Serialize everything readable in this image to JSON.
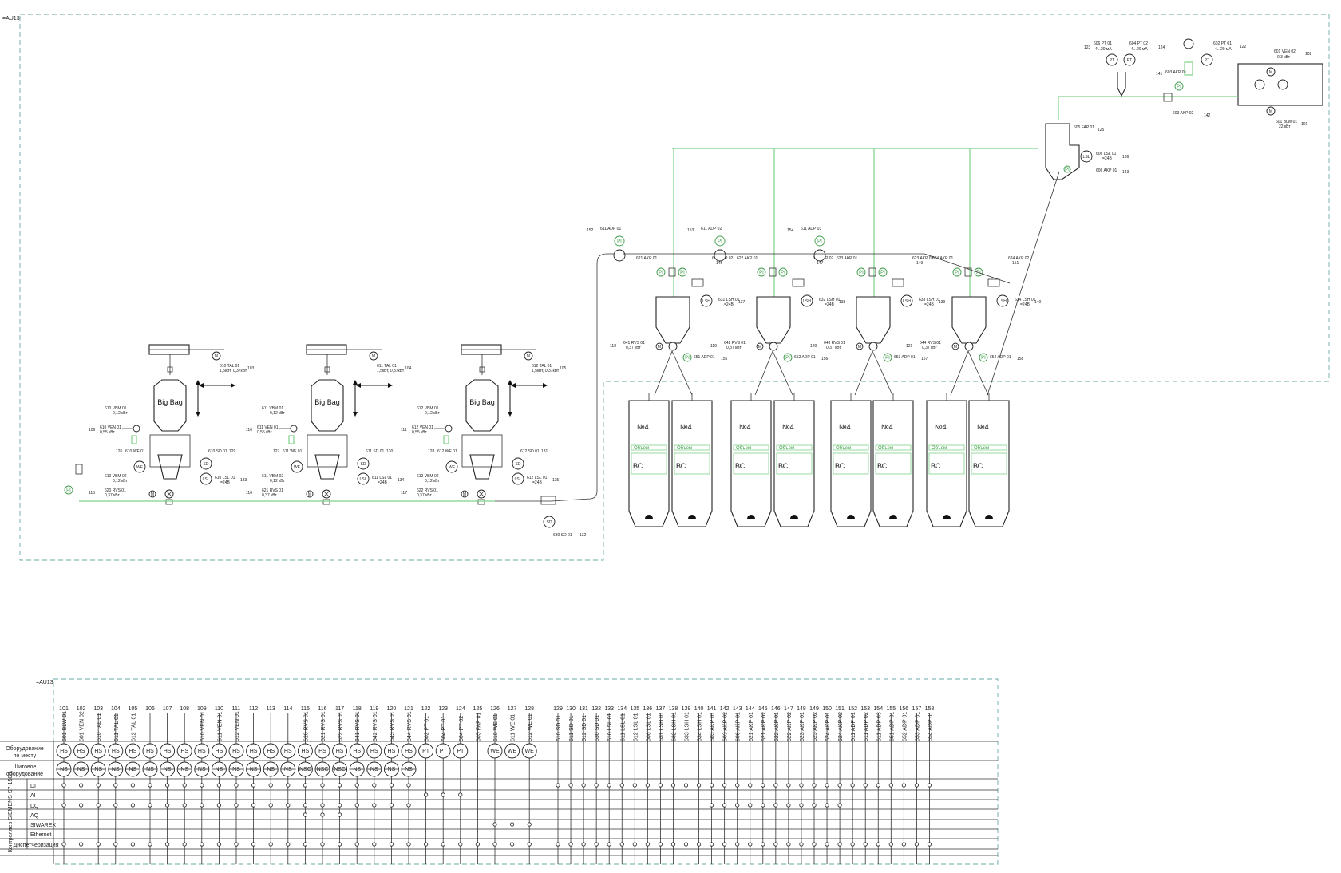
{
  "frame_label": "=AU13",
  "table_frame_label": "=AU13",
  "big_bags": [
    {
      "label": "Big Bag",
      "tal": "610 TAL 01",
      "tal_power": "1,5кВт, 0,37кВт",
      "tal_num": "103",
      "vbm1": "610 VBM 01",
      "vbm1_power": "0,12 кВт",
      "ven": "610 VEN 01",
      "ven_power": "0,55 кВт",
      "ven_num": "106",
      "we": "610 WE 01",
      "we_num": "126",
      "sd": "610 SD 01",
      "sd_num": "129",
      "lsl": "610 LSL 01",
      "lsl_v": "=24В",
      "lsl_num": "133",
      "vbm2": "610 VBM 02",
      "vbm2_power": "0,12 кВт",
      "rvs": "620 RVS 01",
      "rvs_power": "0,37 кВт",
      "rvs_num": "115"
    },
    {
      "label": "Big Bag",
      "tal": "611 TAL 01",
      "tal_power": "1,5кВт, 0,37кВт",
      "tal_num": "104",
      "vbm1": "611 VBM 01",
      "vbm1_power": "0,12 кВт",
      "ven": "611 VEN 01",
      "ven_power": "0,55 кВт",
      "ven_num": "110",
      "we": "611 WE 01",
      "we_num": "127",
      "sd": "611 SD 01",
      "sd_num": "130",
      "lsl": "611 LSL 01",
      "lsl_v": "=24В",
      "lsl_num": "134",
      "vbm2": "611 VBM 02",
      "vbm2_power": "0,12 кВт",
      "rvs": "621 RVS 01",
      "rvs_power": "0,37 кВт",
      "rvs_num": "116"
    },
    {
      "label": "Big Bag",
      "tal": "612 TAL 01",
      "tal_power": "1,5кВт, 0,37кВт",
      "tal_num": "105",
      "vbm1": "612 VBM 01",
      "vbm1_power": "0,12 кВт",
      "ven": "612 VEN 01",
      "ven_power": "0,55 кВт",
      "ven_num": "111",
      "we": "612 WE 01",
      "we_num": "128",
      "sd": "612 SD 01",
      "sd_num": "131",
      "lsl": "612 LSL 01",
      "lsl_v": "=24В",
      "lsl_num": "135",
      "vbm2": "612 VBM 02",
      "vbm2_power": "0,12 кВт",
      "rvs": "622 RVS 01",
      "rvs_power": "0,37 кВт",
      "rvs_num": "117"
    }
  ],
  "sd_bottom": {
    "tag": "630 SD 01",
    "num": "132"
  },
  "hoppers": [
    {
      "adp_top": "611 ADP 01",
      "adp_top_num": "152",
      "akp1": "621 AKP 01",
      "akp2": "621 AKP 02",
      "akp_num": "145",
      "lsh": "631 LSH 01",
      "lsh_v": "=24В",
      "lsh_num": "137",
      "rvs": "641 RVS 01",
      "rvs_power": "0,37 кВт",
      "rvs_num": "118",
      "adp_bot": "651 ADP 01",
      "adp_bot_num": "155"
    },
    {
      "adp_top": "611 ADP 02",
      "adp_top_num": "153",
      "akp1": "622 AKP 01",
      "akp2": "622 AKP 02",
      "akp_num": "147",
      "lsh": "632 LSH 01",
      "lsh_v": "=24В",
      "lsh_num": "138",
      "rvs": "642 RVS 01",
      "rvs_power": "0,37 кВт",
      "rvs_num": "119",
      "adp_bot": "652 ADP 01",
      "adp_bot_num": "156"
    },
    {
      "adp_top": "611 ADP 03",
      "adp_top_num": "154",
      "akp1": "623 AKP 01",
      "akp2": "623 AKP 02",
      "akp_num": "149",
      "lsh": "633 LSH 01",
      "lsh_v": "=24В",
      "lsh_num": "139",
      "rvs": "643 RVS 01",
      "rvs_power": "0,37 кВт",
      "rvs_num": "120",
      "adp_bot": "653 ADP 01",
      "adp_bot_num": "157"
    },
    {
      "adp_top": "",
      "adp_top_num": "",
      "akp1": "624 AKP 01",
      "akp2": "624 AKP 02",
      "akp_num": "151",
      "lsh": "634 LSH 01",
      "lsh_v": "=24В",
      "lsh_num": "140",
      "rvs": "644 RVS 01",
      "rvs_power": "0,37 кВт",
      "rvs_num": "121",
      "adp_bot": "654 ADP 01",
      "adp_bot_num": "158"
    }
  ],
  "bins": {
    "no": "№4",
    "volume": "Объем",
    "bc": "ВС"
  },
  "top_right": {
    "pt1": "606 PT 01",
    "pt1_num": "123",
    "pt1_range": "4...20 мА",
    "pt2": "604 PT 02",
    "pt2_num": "124",
    "pt2_range": "4...20 мА",
    "pt3": "602 PT 01",
    "pt3_num": "122",
    "pt3_range": "4...20 мА",
    "ven2": "601 VEN 02",
    "ven2_num": "102",
    "ven2_power": "0,3 кВт",
    "blw": "601 BLW 01",
    "blw_num": "101",
    "blw_power": "22 кВт",
    "akp1": "603 AKP 01",
    "akp1_num": "141",
    "akp2": "603 AKP 02",
    "akp2_num": "142",
    "fap": "605 FAP 01",
    "fap_num": "125",
    "lsl": "606 LSL 01",
    "lsl_v": "=24В",
    "lsl_num": "136",
    "akp3": "606 AKP 01",
    "akp3_num": "143"
  },
  "table": {
    "row_labels": {
      "field": "Оборудование\nпо месту",
      "panel": "Щитовое\nоборудование",
      "controller": "Контроллер\nSIEMENS S7-1500",
      "dispatch": "Диспетчеризация"
    },
    "io_rows": [
      "DI",
      "AI",
      "DQ",
      "AQ",
      "SIWAREX",
      "Ethernet"
    ],
    "columns": [
      {
        "num": "101",
        "tag": "601 BLW 01",
        "field": "HS",
        "panel": "NS",
        "io": [
          "DI",
          "DQ"
        ],
        "disp": true
      },
      {
        "num": "102",
        "tag": "601 VEN 02",
        "field": "HS",
        "panel": "NS",
        "io": [
          "DI",
          "DQ"
        ],
        "disp": true
      },
      {
        "num": "103",
        "tag": "610 TAL 01",
        "field": "HS",
        "panel": "NS",
        "io": [
          "DI",
          "DQ"
        ],
        "disp": true
      },
      {
        "num": "104",
        "tag": "611 TAL 01",
        "field": "HS",
        "panel": "NS",
        "io": [
          "DI",
          "DQ"
        ],
        "disp": true
      },
      {
        "num": "105",
        "tag": "612 TAL 01",
        "field": "HS",
        "panel": "NS",
        "io": [
          "DI",
          "DQ"
        ],
        "disp": true
      },
      {
        "num": "106",
        "tag": "",
        "field": "HS",
        "panel": "NS",
        "io": [
          "DI",
          "DQ"
        ],
        "disp": true
      },
      {
        "num": "107",
        "tag": "",
        "field": "HS",
        "panel": "NS",
        "io": [
          "DI",
          "DQ"
        ],
        "disp": true
      },
      {
        "num": "108",
        "tag": "",
        "field": "HS",
        "panel": "NS",
        "io": [
          "DI",
          "DQ"
        ],
        "disp": true
      },
      {
        "num": "109",
        "tag": "610 VEN 01",
        "field": "HS",
        "panel": "NS",
        "io": [
          "DI",
          "DQ"
        ],
        "disp": true
      },
      {
        "num": "110",
        "tag": "611 VEN 01",
        "field": "HS",
        "panel": "NS",
        "io": [
          "DI",
          "DQ"
        ],
        "disp": true
      },
      {
        "num": "111",
        "tag": "612 VEN 01",
        "field": "HS",
        "panel": "NS",
        "io": [
          "DI",
          "DQ"
        ],
        "disp": true
      },
      {
        "num": "112",
        "tag": "",
        "field": "HS",
        "panel": "NS",
        "io": [
          "DI",
          "DQ"
        ],
        "disp": true
      },
      {
        "num": "113",
        "tag": "",
        "field": "HS",
        "panel": "NS",
        "io": [
          "DI",
          "DQ"
        ],
        "disp": true
      },
      {
        "num": "114",
        "tag": "",
        "field": "HS",
        "panel": "NS",
        "io": [
          "DI",
          "DQ"
        ],
        "disp": true
      },
      {
        "num": "115",
        "tag": "620 RVS 01",
        "field": "HS",
        "panel": "NSC",
        "io": [
          "DI",
          "DQ",
          "AQ"
        ],
        "disp": true
      },
      {
        "num": "116",
        "tag": "621 RVS 01",
        "field": "HS",
        "panel": "NSC",
        "io": [
          "DI",
          "DQ",
          "AQ"
        ],
        "disp": true
      },
      {
        "num": "117",
        "tag": "622 RVS 01",
        "field": "HS",
        "panel": "NSC",
        "io": [
          "DI",
          "DQ",
          "AQ"
        ],
        "disp": true
      },
      {
        "num": "118",
        "tag": "641 RVS 01",
        "field": "HS",
        "panel": "NS",
        "io": [
          "DI",
          "DQ"
        ],
        "disp": true
      },
      {
        "num": "119",
        "tag": "642 RVS 01",
        "field": "HS",
        "panel": "NS",
        "io": [
          "DI",
          "DQ"
        ],
        "disp": true
      },
      {
        "num": "120",
        "tag": "643 RVS 01",
        "field": "HS",
        "panel": "NS",
        "io": [
          "DI",
          "DQ"
        ],
        "disp": true
      },
      {
        "num": "121",
        "tag": "644 RVS 01",
        "field": "HS",
        "panel": "NS",
        "io": [
          "DI",
          "DQ"
        ],
        "disp": true
      },
      {
        "num": "122",
        "tag": "602 PT 01",
        "field": "PT",
        "panel": "",
        "io": [
          "AI"
        ],
        "disp": true
      },
      {
        "num": "123",
        "tag": "604 PT 01",
        "field": "PT",
        "panel": "",
        "io": [
          "AI"
        ],
        "disp": true
      },
      {
        "num": "124",
        "tag": "604 PT 02",
        "field": "PT",
        "panel": "",
        "io": [
          "AI"
        ],
        "disp": true
      },
      {
        "num": "125",
        "tag": "605 FAP 01",
        "field": "",
        "panel": "",
        "io": [],
        "disp": true
      },
      {
        "num": "126",
        "tag": "610 WE 01",
        "field": "WE",
        "panel": "",
        "io": [
          "SIWAREX"
        ],
        "disp": true
      },
      {
        "num": "127",
        "tag": "611 WE 01",
        "field": "WE",
        "panel": "",
        "io": [
          "SIWAREX"
        ],
        "disp": true
      },
      {
        "num": "128",
        "tag": "612 WE 01",
        "field": "WE",
        "panel": "",
        "io": [
          "SIWAREX"
        ],
        "disp": true
      },
      {
        "num": "129",
        "tag": "610 SD 01",
        "field": "",
        "panel": "",
        "io": [
          "DI"
        ],
        "disp": true
      },
      {
        "num": "130",
        "tag": "611 SD 01",
        "field": "",
        "panel": "",
        "io": [
          "DI"
        ],
        "disp": true
      },
      {
        "num": "131",
        "tag": "612 SD 01",
        "field": "",
        "panel": "",
        "io": [
          "DI"
        ],
        "disp": true
      },
      {
        "num": "132",
        "tag": "630 SD 01",
        "field": "",
        "panel": "",
        "io": [
          "DI"
        ],
        "disp": true
      },
      {
        "num": "133",
        "tag": "610 LSL 01",
        "field": "",
        "panel": "",
        "io": [
          "DI"
        ],
        "disp": true
      },
      {
        "num": "134",
        "tag": "611 LSL 01",
        "field": "",
        "panel": "",
        "io": [
          "DI"
        ],
        "disp": true
      },
      {
        "num": "135",
        "tag": "612 LSL 01",
        "field": "",
        "panel": "",
        "io": [
          "DI"
        ],
        "disp": true
      },
      {
        "num": "136",
        "tag": "606 LSL 01",
        "field": "",
        "panel": "",
        "io": [
          "DI"
        ],
        "disp": true
      },
      {
        "num": "137",
        "tag": "631 LSH 01",
        "field": "",
        "panel": "",
        "io": [
          "DI"
        ],
        "disp": true
      },
      {
        "num": "138",
        "tag": "632 LSH 01",
        "field": "",
        "panel": "",
        "io": [
          "DI"
        ],
        "disp": true
      },
      {
        "num": "139",
        "tag": "633 LSH 01",
        "field": "",
        "panel": "",
        "io": [
          "DI"
        ],
        "disp": true
      },
      {
        "num": "140",
        "tag": "634 LSH 01",
        "field": "",
        "panel": "",
        "io": [
          "DI"
        ],
        "disp": true
      },
      {
        "num": "141",
        "tag": "603 AKP 01",
        "field": "",
        "panel": "",
        "io": [
          "DI",
          "DQ"
        ],
        "disp": true
      },
      {
        "num": "142",
        "tag": "603 AKP 02",
        "field": "",
        "panel": "",
        "io": [
          "DI",
          "DQ"
        ],
        "disp": true
      },
      {
        "num": "143",
        "tag": "606 AKP 01",
        "field": "",
        "panel": "",
        "io": [
          "DI",
          "DQ"
        ],
        "disp": true
      },
      {
        "num": "144",
        "tag": "621 AKP 01",
        "field": "",
        "panel": "",
        "io": [
          "DI",
          "DQ"
        ],
        "disp": true
      },
      {
        "num": "145",
        "tag": "621 AKP 02",
        "field": "",
        "panel": "",
        "io": [
          "DI",
          "DQ"
        ],
        "disp": true
      },
      {
        "num": "146",
        "tag": "622 AKP 01",
        "field": "",
        "panel": "",
        "io": [
          "DI",
          "DQ"
        ],
        "disp": true
      },
      {
        "num": "147",
        "tag": "622 AKP 02",
        "field": "",
        "panel": "",
        "io": [
          "DI",
          "DQ"
        ],
        "disp": true
      },
      {
        "num": "148",
        "tag": "623 AKP 01",
        "field": "",
        "panel": "",
        "io": [
          "DI",
          "DQ"
        ],
        "disp": true
      },
      {
        "num": "149",
        "tag": "623 AKP 02",
        "field": "",
        "panel": "",
        "io": [
          "DI",
          "DQ"
        ],
        "disp": true
      },
      {
        "num": "150",
        "tag": "624 AKP 01",
        "field": "",
        "panel": "",
        "io": [
          "DI",
          "DQ"
        ],
        "disp": true
      },
      {
        "num": "151",
        "tag": "624 AKP 02",
        "field": "",
        "panel": "",
        "io": [
          "DI",
          "DQ"
        ],
        "disp": true
      },
      {
        "num": "152",
        "tag": "611 ADP 01",
        "field": "",
        "panel": "",
        "io": [
          "DI"
        ],
        "disp": true
      },
      {
        "num": "153",
        "tag": "611 ADP 02",
        "field": "",
        "panel": "",
        "io": [
          "DI"
        ],
        "disp": true
      },
      {
        "num": "154",
        "tag": "611 ADP 03",
        "field": "",
        "panel": "",
        "io": [
          "DI"
        ],
        "disp": true
      },
      {
        "num": "155",
        "tag": "651 ADP 01",
        "field": "",
        "panel": "",
        "io": [
          "DI"
        ],
        "disp": true
      },
      {
        "num": "156",
        "tag": "652 ADP 01",
        "field": "",
        "panel": "",
        "io": [
          "DI"
        ],
        "disp": true
      },
      {
        "num": "157",
        "tag": "653 ADP 01",
        "field": "",
        "panel": "",
        "io": [
          "DI"
        ],
        "disp": true
      },
      {
        "num": "158",
        "tag": "654 ADP 01",
        "field": "",
        "panel": "",
        "io": [
          "DI"
        ],
        "disp": true
      }
    ]
  }
}
